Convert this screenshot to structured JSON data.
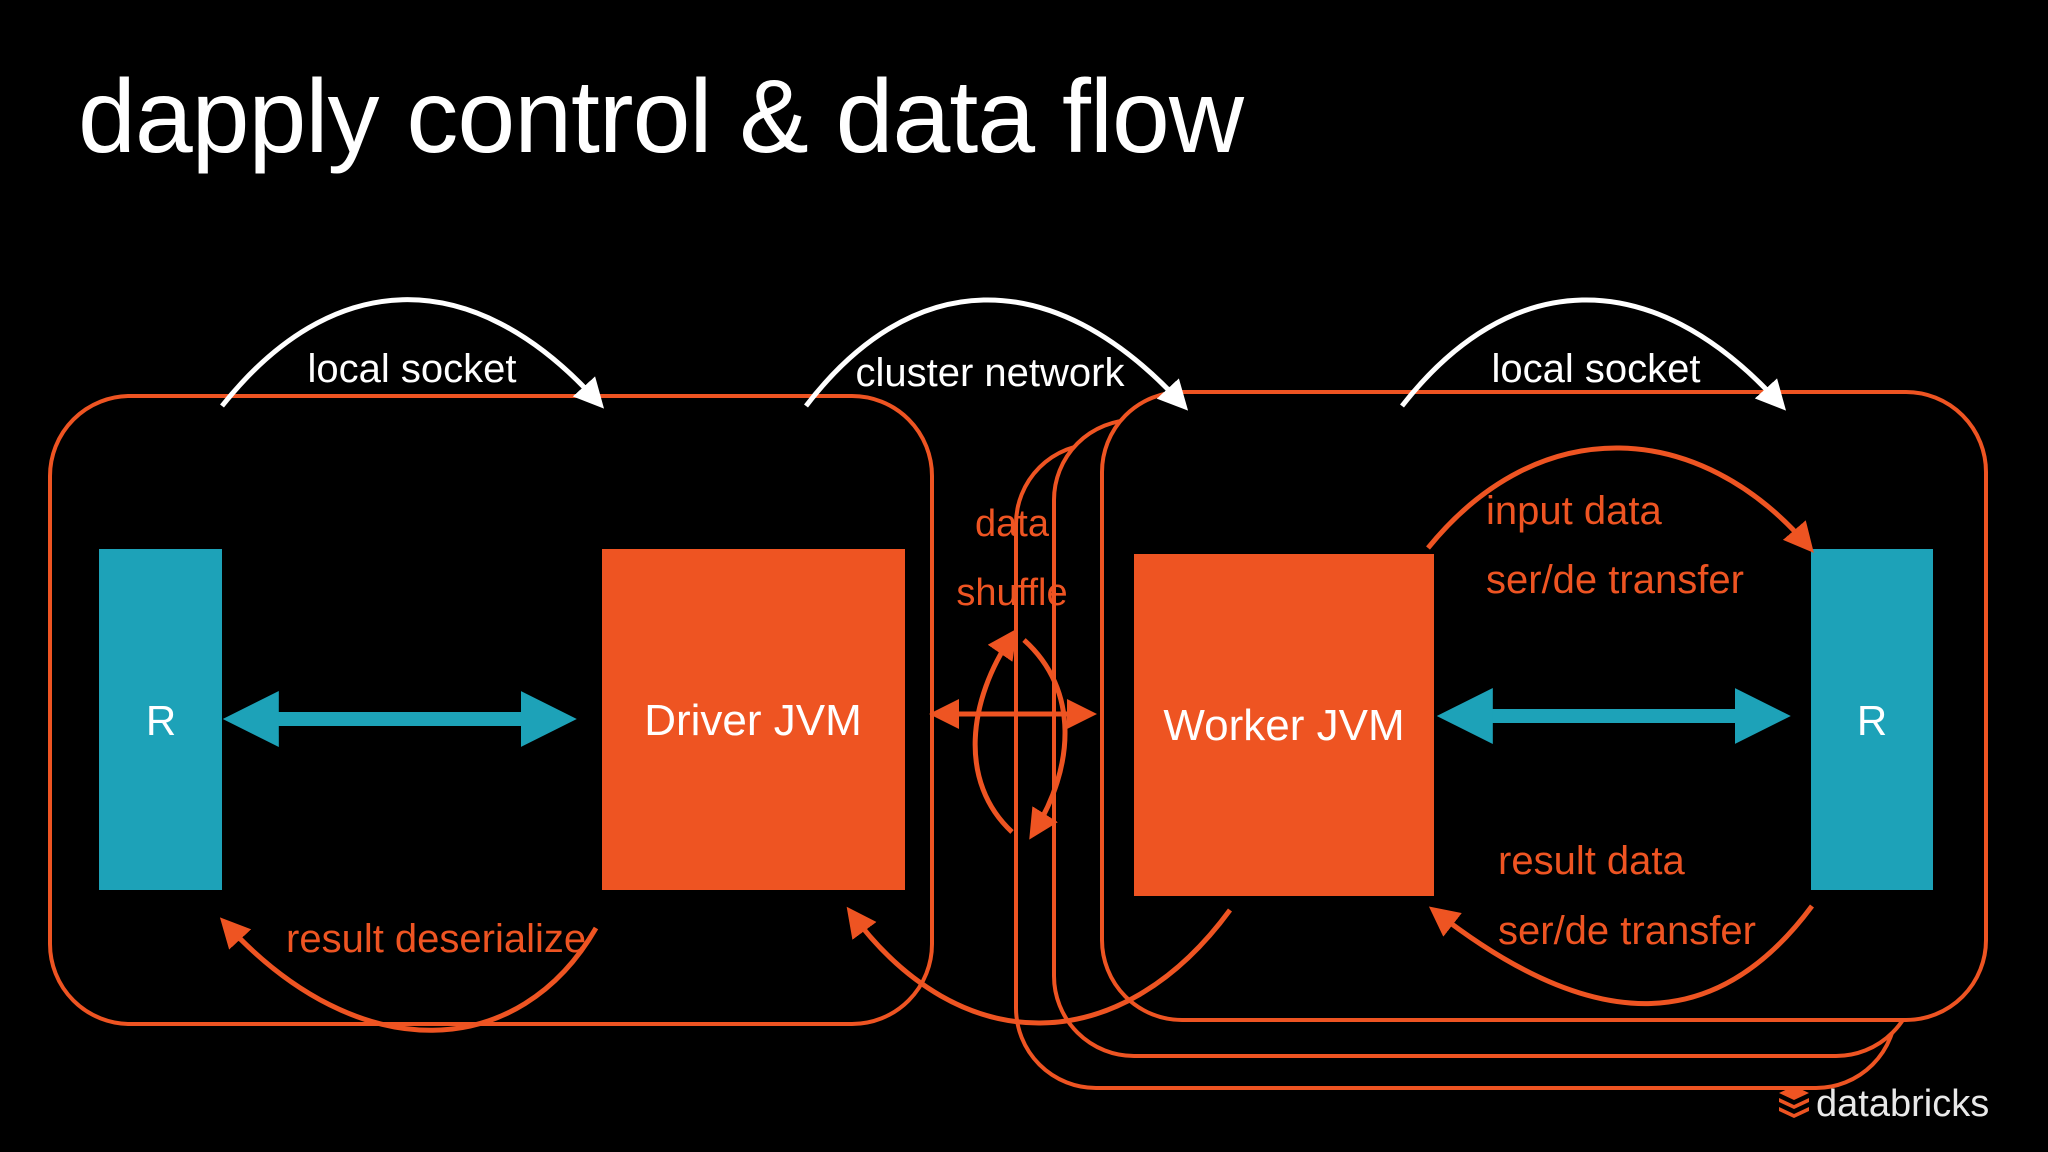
{
  "title": "dapply control & data flow",
  "colors": {
    "background": "#000000",
    "orange": "#ee5422",
    "orange_line": "#e8542a",
    "teal": "#1da2b8",
    "white": "#ffffff"
  },
  "nodes": {
    "r_left": "R",
    "driver_jvm": "Driver JVM",
    "worker_jvm": "Worker JVM",
    "r_right": "R"
  },
  "labels": {
    "local_socket_left": "local socket",
    "cluster_network": "cluster network",
    "local_socket_right": "local socket",
    "data_shuffle_line1": "data",
    "data_shuffle_line2": "shuffle",
    "input_data_line1": "input data",
    "input_data_line2": "ser/de transfer",
    "result_data_line1": "result data",
    "result_data_line2": "ser/de transfer",
    "result_deserialize": "result deserialize"
  },
  "logo": {
    "text": "databricks",
    "icon": "databricks-stack-icon"
  }
}
